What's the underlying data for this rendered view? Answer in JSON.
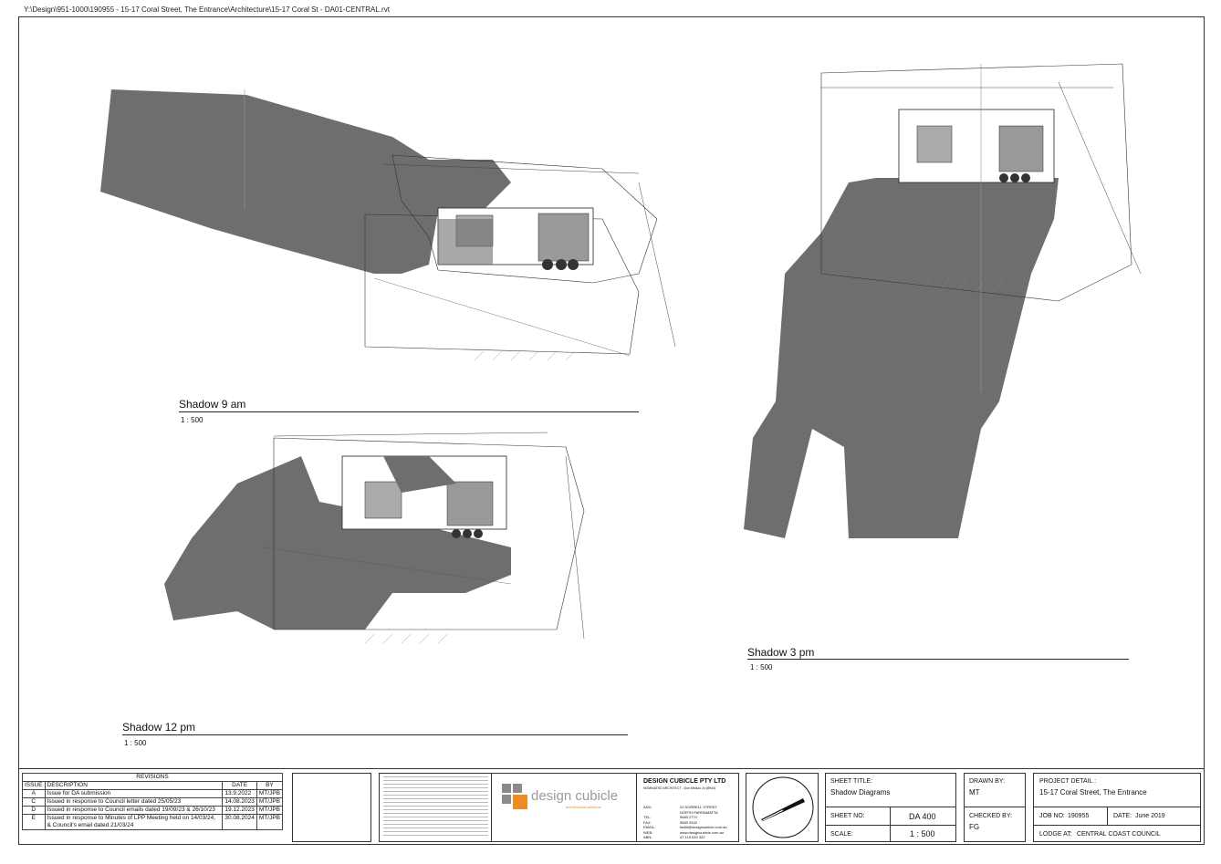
{
  "file_path": "Y:\\Design\\951-1000\\190955 - 15-17 Coral Street, The Entrance\\Architecture\\15-17 Coral St - DA01-CENTRAL.rvt",
  "views": [
    {
      "title": "Shadow 9 am",
      "scale": "1 : 500"
    },
    {
      "title": "Shadow 12 pm",
      "scale": "1 : 500"
    },
    {
      "title": "Shadow 3 pm",
      "scale": "1 : 500"
    }
  ],
  "revisions": {
    "heading": "REVISIONS",
    "columns": [
      "ISSUE",
      "DESCRIPTION",
      "DATE",
      "BY"
    ],
    "rows": [
      [
        "A",
        "Issue for DA submission",
        "13.9.2022",
        "MT/JPB"
      ],
      [
        "C",
        "Issued in response to Council letter dated 25/05/23",
        "14.08.2023",
        "MT/JPB"
      ],
      [
        "D",
        "Issued in response to Council emails dated 19/09/23 & 26/10/23",
        "19.12.2023",
        "MT/JPB"
      ],
      [
        "E",
        "Issued in response to Minutes of LPP Meeting held on 14/03/24, & Council's email dated 21/03/24",
        "30.08.2024",
        "MT/JPB"
      ]
    ]
  },
  "firm": {
    "logo_text": "design cubicle",
    "logo_subtext": "architectural solutions",
    "name": "DESIGN CUBICLE PTY LTD",
    "nominated": "NOMINATED ARCHITECT - Don Minsoo Ju (8944)",
    "contact_labels": [
      "ADD:",
      "TEL:",
      "FAX:",
      "EMAIL:",
      "WEB:",
      "ABN:"
    ],
    "contact_values": [
      "22 SORRELL STREET",
      "NORTH PARRAMATTA",
      "9683 2774",
      "9683 2542",
      "facilit@designcubicle.com.au",
      "www.designcubicle.com.au",
      "47 119 515 322"
    ]
  },
  "sheet": {
    "title_label": "SHEET TITLE:",
    "title": "Shadow Diagrams",
    "sheet_no_label": "SHEET NO:",
    "sheet_no": "DA 400",
    "scale_label": "SCALE:",
    "scale": "1 : 500"
  },
  "drawn": {
    "label": "DRAWN BY:",
    "value": "MT"
  },
  "checked": {
    "label": "CHECKED BY:",
    "value": "FG"
  },
  "project": {
    "label": "PROJECT DETAIL :",
    "name": "15-17 Coral Street, The Entrance",
    "job_label": "JOB NO:",
    "job_no": "190955",
    "date_label": "DATE:",
    "date": "June 2019",
    "lodge_label": "LODGE AT:",
    "lodge": "CENTRAL COAST COUNCIL"
  },
  "colors": {
    "shadow": "#6e6e6e",
    "line": "#333333",
    "logo_grey": "#8a8a8a",
    "logo_orange": "#f08a24"
  }
}
